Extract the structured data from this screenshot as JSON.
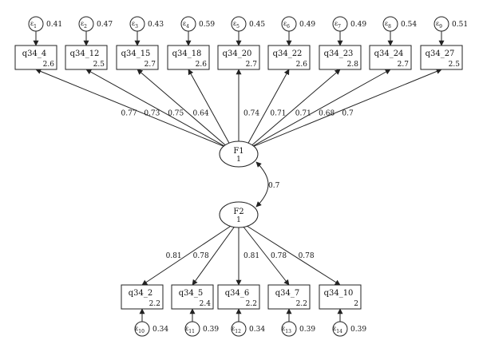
{
  "factors": [
    {
      "id": "F1",
      "label": "F1",
      "variance": "1"
    },
    {
      "id": "F2",
      "label": "F2",
      "variance": "1"
    }
  ],
  "covariance": {
    "from": "F1",
    "to": "F2",
    "value": "0.7"
  },
  "indicators_top": [
    {
      "label": "q34_4",
      "intercept": "2.6",
      "loading": "0.77",
      "error_index": "1",
      "error_var": "0.41"
    },
    {
      "label": "q34_12",
      "intercept": "2.5",
      "loading": "0.73",
      "error_index": "2",
      "error_var": "0.47"
    },
    {
      "label": "q34_15",
      "intercept": "2.7",
      "loading": "0.75",
      "error_index": "3",
      "error_var": "0.43"
    },
    {
      "label": "q34_18",
      "intercept": "2.6",
      "loading": "0.64",
      "error_index": "4",
      "error_var": "0.59"
    },
    {
      "label": "q34_20",
      "intercept": "2.7",
      "loading": "0.74",
      "error_index": "5",
      "error_var": "0.45"
    },
    {
      "label": "q34_22",
      "intercept": "2.6",
      "loading": "0.71",
      "error_index": "6",
      "error_var": "0.49"
    },
    {
      "label": "q34_23",
      "intercept": "2.8",
      "loading": "0.71",
      "error_index": "7",
      "error_var": "0.49"
    },
    {
      "label": "q34_24",
      "intercept": "2.7",
      "loading": "0.68",
      "error_index": "8",
      "error_var": "0.54"
    },
    {
      "label": "q34_27",
      "intercept": "2.5",
      "loading": "0.7",
      "error_index": "9",
      "error_var": "0.51"
    }
  ],
  "indicators_bottom": [
    {
      "label": "q34_2",
      "intercept": "2.2",
      "loading": "0.81",
      "error_index": "10",
      "error_var": "0.34"
    },
    {
      "label": "q34_5",
      "intercept": "2.4",
      "loading": "0.78",
      "error_index": "11",
      "error_var": "0.39"
    },
    {
      "label": "q34_6",
      "intercept": "2.2",
      "loading": "0.81",
      "error_index": "12",
      "error_var": "0.34"
    },
    {
      "label": "q34_7",
      "intercept": "2.2",
      "loading": "0.78",
      "error_index": "13",
      "error_var": "0.39"
    },
    {
      "label": "q34_10",
      "intercept": "2",
      "loading": "0.78",
      "error_index": "14",
      "error_var": "0.39"
    }
  ],
  "epsilon_symbol": "ε"
}
